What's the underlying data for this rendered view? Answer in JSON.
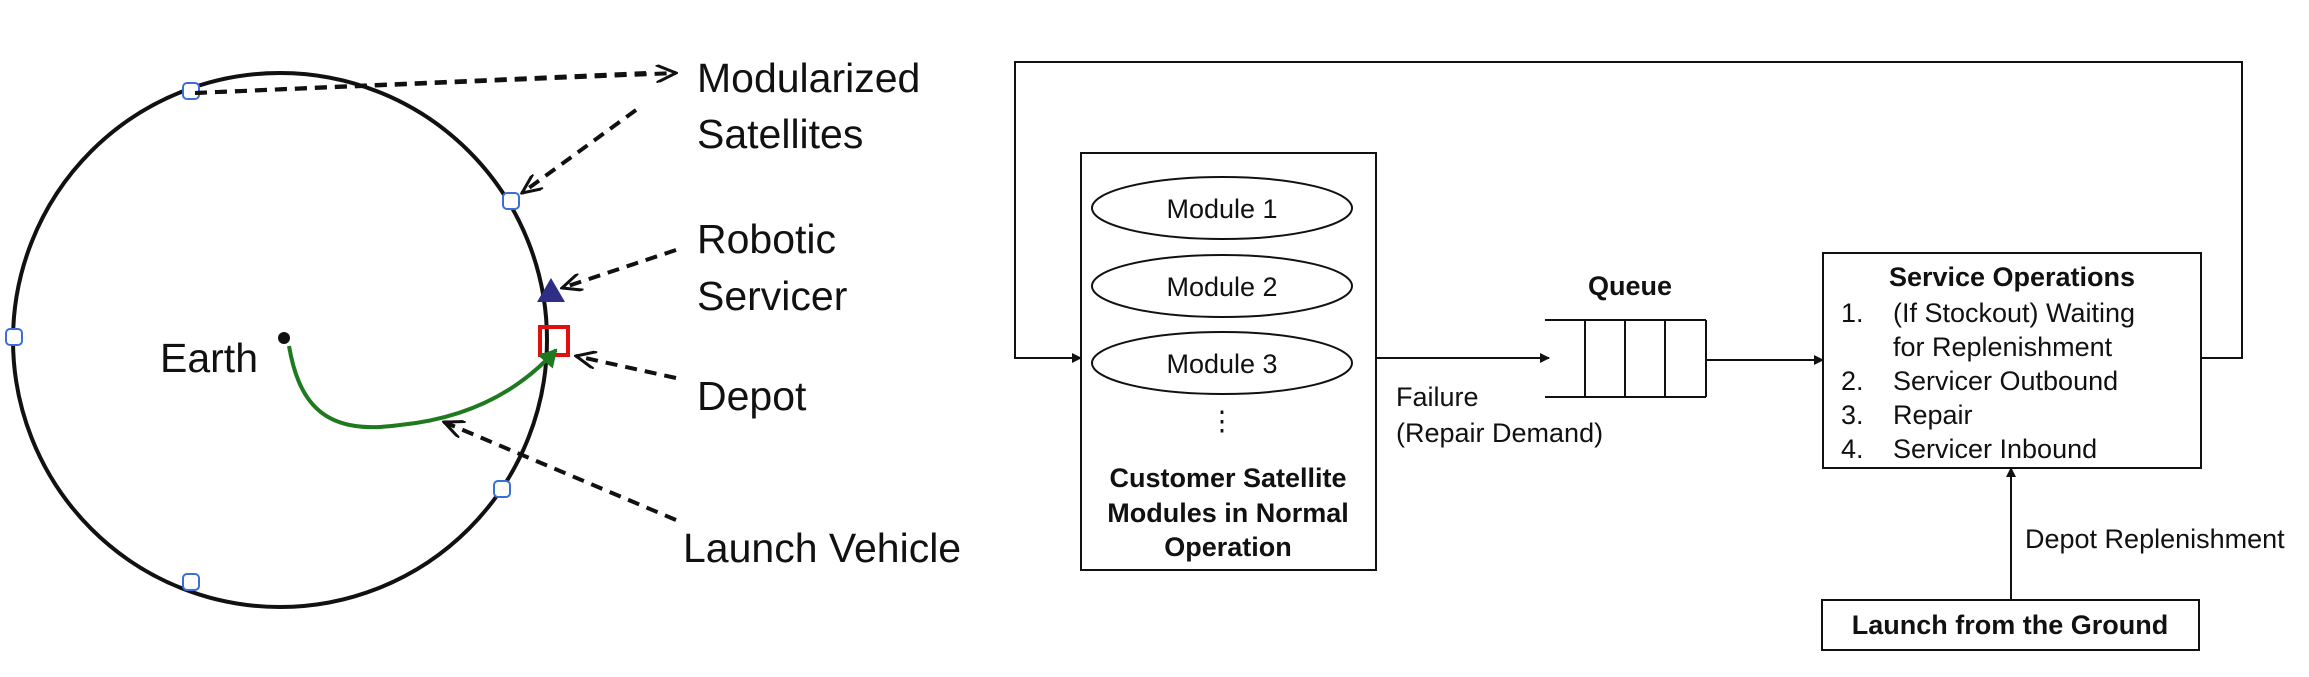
{
  "orbit": {
    "earth_label": "Earth",
    "modularized_satellites_label": [
      "Modularized",
      "Satellites"
    ],
    "robotic_servicer_label": [
      "Robotic",
      "Servicer"
    ],
    "depot_label": "Depot",
    "launch_vehicle_label": "Launch Vehicle"
  },
  "flow": {
    "modules": [
      "Module 1",
      "Module 2",
      "Module 3"
    ],
    "ellipsis": "⋮",
    "customer_title": [
      "Customer Satellite",
      "Modules in Normal",
      "Operation"
    ],
    "failure_label": [
      "Failure",
      "(Repair Demand)"
    ],
    "queue_label": "Queue",
    "service": {
      "title": "Service Operations",
      "steps": [
        {
          "num": "1.",
          "lines": [
            "(If Stockout) Waiting",
            "for Replenishment"
          ]
        },
        {
          "num": "2.",
          "lines": [
            "Servicer Outbound"
          ]
        },
        {
          "num": "3.",
          "lines": [
            "Repair"
          ]
        },
        {
          "num": "4.",
          "lines": [
            "Servicer Inbound"
          ]
        }
      ]
    },
    "depot_replenishment_label": "Depot Replenishment",
    "launch_label": "Launch from the Ground"
  },
  "colors": {
    "servicer": "#2e2e86",
    "depot": "#e01010",
    "launch_trajectory": "#1f7a1f",
    "satellite_marker": "#3a6fd8"
  }
}
